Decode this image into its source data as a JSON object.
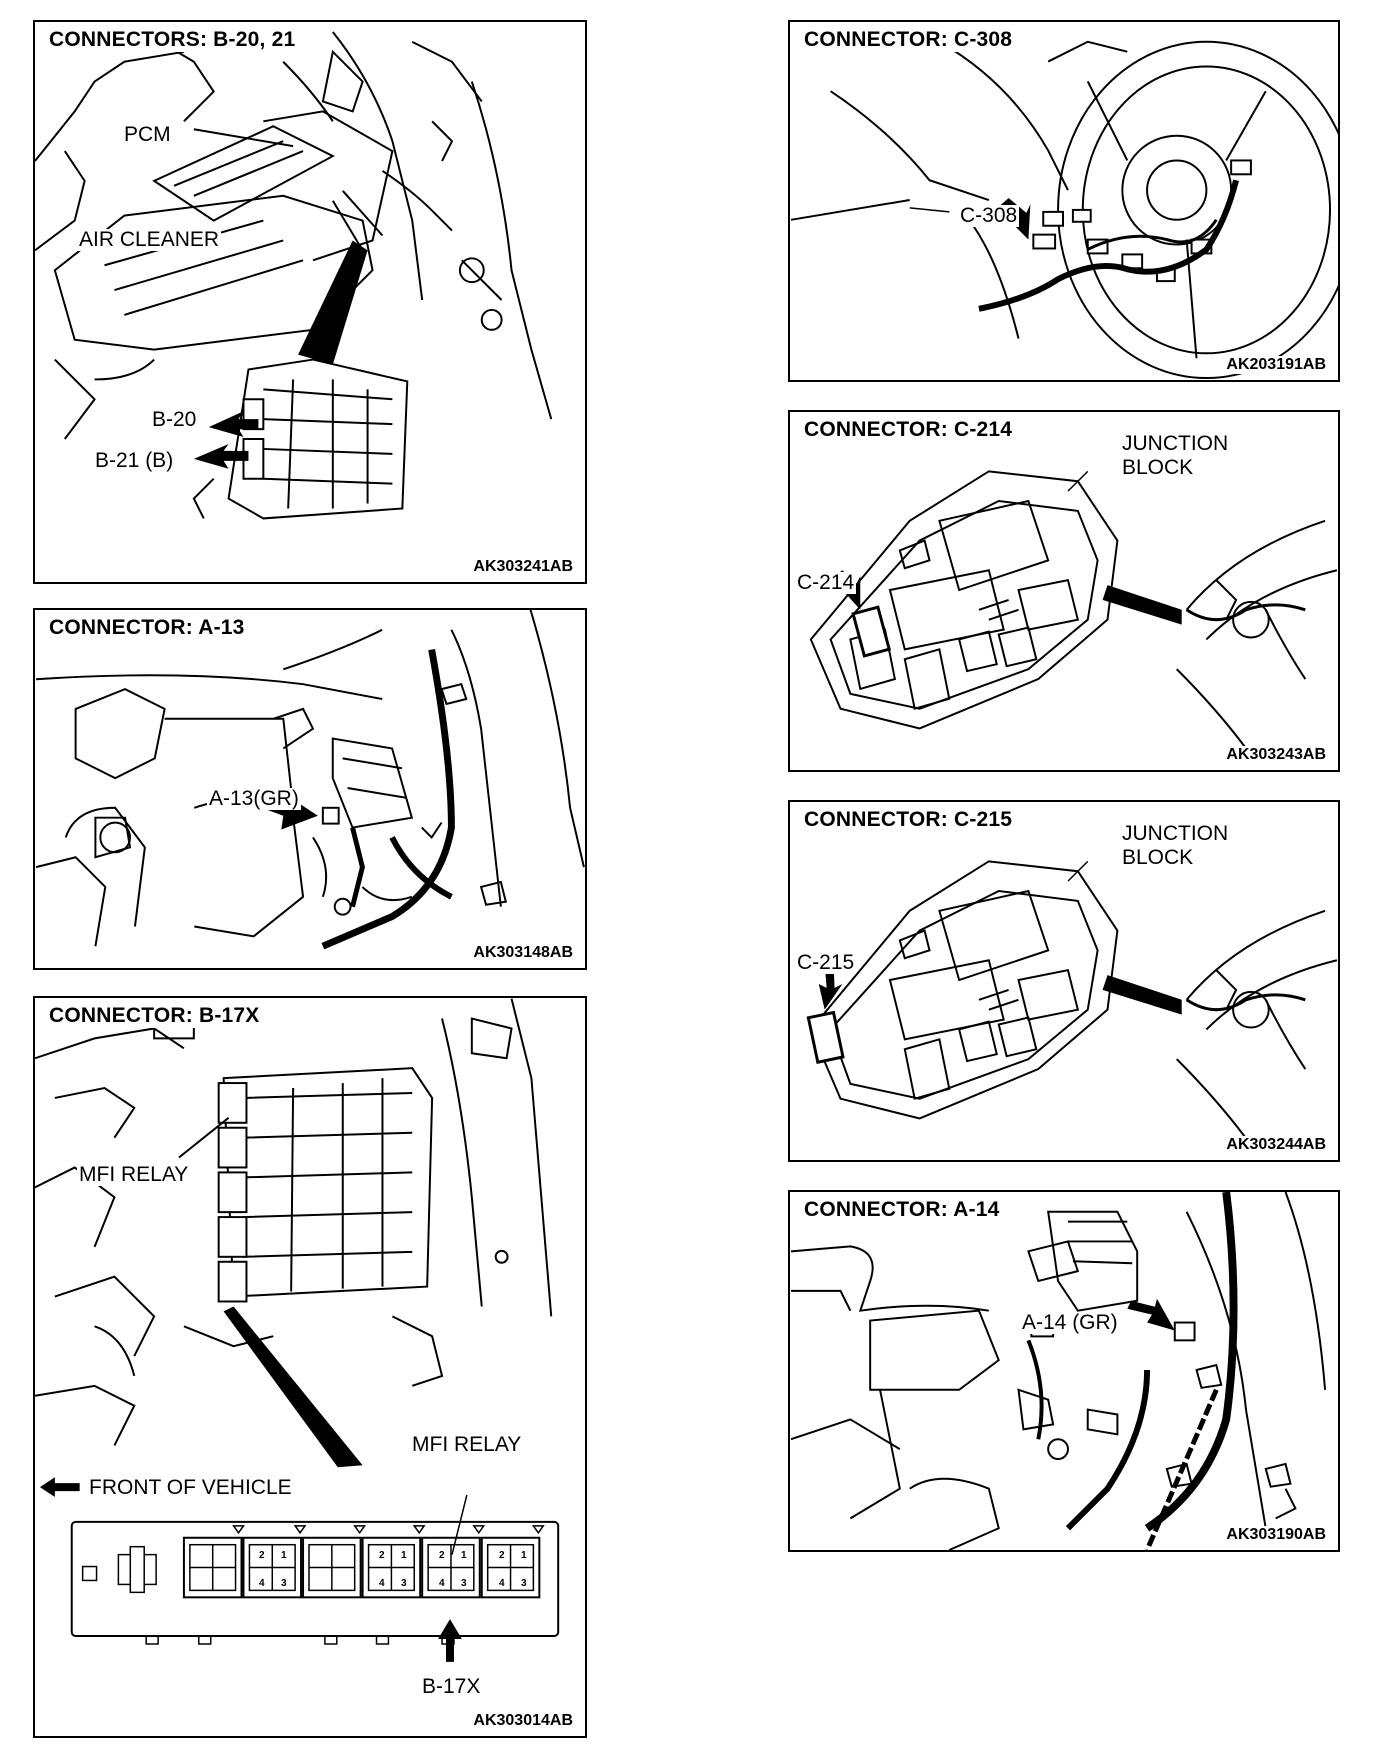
{
  "panels": {
    "b20": {
      "title": "CONNECTORS: B-20, 21",
      "code": "AK303241AB",
      "labels": {
        "pcm": "PCM",
        "air_cleaner": "AIR CLEANER",
        "b20": "B-20",
        "b21": "B-21 (B)"
      }
    },
    "a13": {
      "title": "CONNECTOR: A-13",
      "code": "AK303148AB",
      "labels": {
        "a13": "A-13(GR)"
      }
    },
    "b17x": {
      "title": "CONNECTOR: B-17X",
      "code": "AK303014AB",
      "labels": {
        "mfi_relay_top": "MFI RELAY",
        "mfi_relay_bottom": "MFI RELAY",
        "front": "FRONT OF VEHICLE",
        "b17x": "B-17X"
      },
      "relay_pins": [
        "2",
        "1",
        "4",
        "3"
      ]
    },
    "c308": {
      "title": "CONNECTOR: C-308",
      "code": "AK203191AB",
      "labels": {
        "c308": "C-308"
      }
    },
    "c214": {
      "title": "CONNECTOR: C-214",
      "code": "AK303243AB",
      "labels": {
        "junction": "JUNCTION BLOCK",
        "c214": "C-214"
      }
    },
    "c215": {
      "title": "CONNECTOR: C-215",
      "code": "AK303244AB",
      "labels": {
        "junction": "JUNCTION BLOCK",
        "c215": "C-215"
      }
    },
    "a14": {
      "title": "CONNECTOR: A-14",
      "code": "AK303190AB",
      "labels": {
        "a14": "A-14 (GR)"
      }
    }
  }
}
